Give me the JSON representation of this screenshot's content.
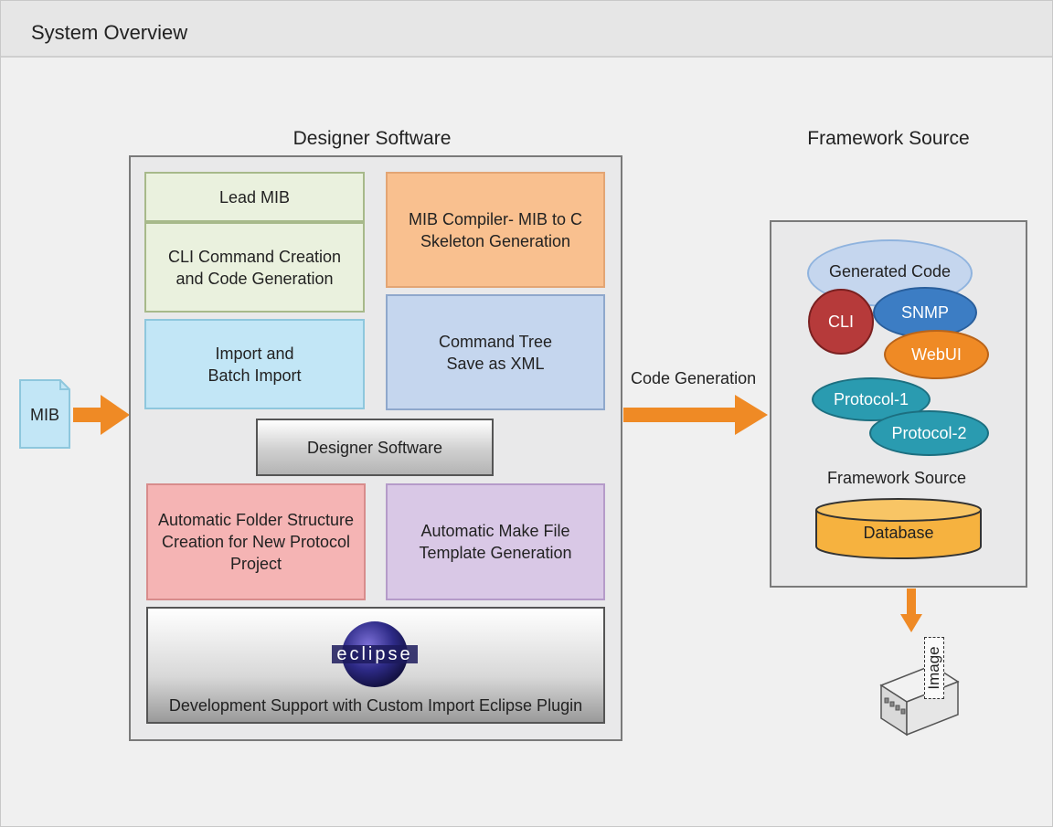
{
  "window": {
    "title": "System Overview"
  },
  "input": {
    "file_label": "MIB"
  },
  "designer": {
    "heading": "Designer Software",
    "boxes": {
      "lead_mib": "Lead MIB",
      "cli_line1": "CLI Command Creation",
      "cli_line2": "and Code Generation",
      "compiler_line1": "MIB Compiler- MIB to C",
      "compiler_line2": "Skeleton Generation",
      "import_line1": "Import and",
      "import_line2": "Batch Import",
      "tree_line1": "Command Tree",
      "tree_line2": "Save as XML",
      "designer_button": "Designer Software",
      "folder_line1": "Automatic Folder Structure",
      "folder_line2": "Creation for New Protocol",
      "folder_line3": "Project",
      "make_line1": "Automatic Make File",
      "make_line2": "Template Generation",
      "eclipse_logo": "eclipse",
      "eclipse_caption": "Development Support with Custom Import Eclipse Plugin"
    }
  },
  "flow": {
    "code_generation_label": "Code Generation"
  },
  "framework": {
    "heading": "Framework Source",
    "generated_code": "Generated Code",
    "cli": "CLI",
    "snmp": "SNMP",
    "webui": "WebUI",
    "protocol1": "Protocol-1",
    "protocol2": "Protocol-2",
    "source_label": "Framework Source",
    "database": "Database"
  },
  "output": {
    "image_label": "Image"
  },
  "colors": {
    "arrow": "#ef8a25",
    "cli": "#b63a3a",
    "snmp": "#3c7dc4",
    "webui": "#ef8a25",
    "protocol": "#2a9bb0",
    "database": "#f6b23f"
  }
}
